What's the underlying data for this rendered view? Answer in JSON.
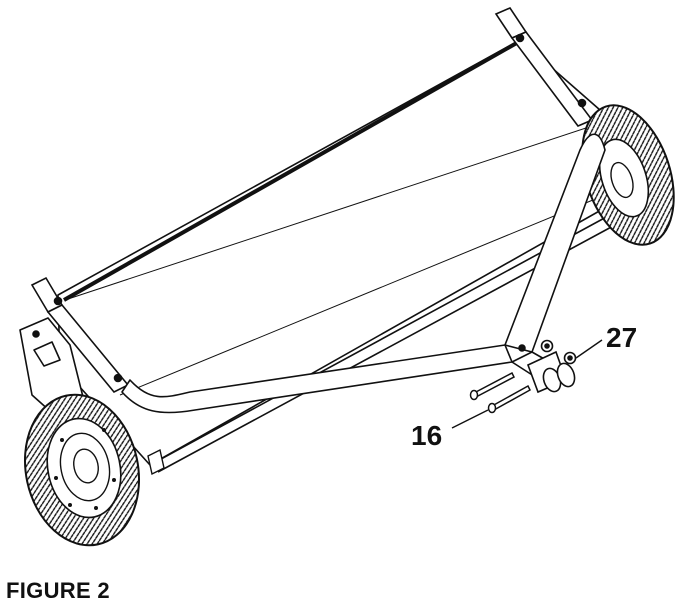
{
  "figure": {
    "caption": "FIGURE 2"
  },
  "callouts": {
    "nut_label": "27",
    "bolt_label": "16"
  },
  "parts": [
    {
      "id": "16",
      "name_icon": "bolt-icon"
    },
    {
      "id": "27",
      "name_icon": "nut-icon"
    }
  ],
  "colors": {
    "line": "#111111",
    "background": "#ffffff"
  }
}
